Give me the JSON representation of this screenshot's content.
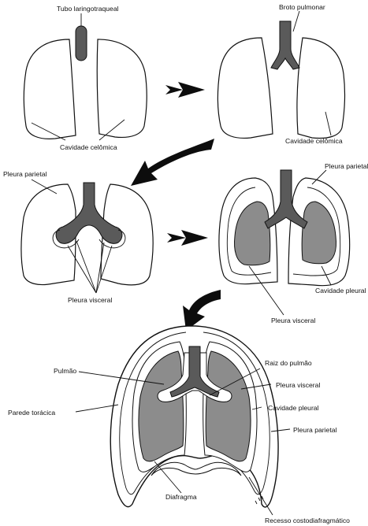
{
  "labels": {
    "tubo_laringotraqueal": "Tubo laringotraqueal",
    "broto_pulmonar": "Broto pulmonar",
    "cavidade_celomica_1": "Cavidade celômica",
    "cavidade_celomica_2": "Cavidade celômica",
    "pleura_parietal_1": "Pleura parietal",
    "pleura_parietal_2": "Pleura parietal",
    "pleura_visceral_1": "Pleura visceral",
    "pleura_visceral_2": "Pleura visceral",
    "cavidade_pleural_1": "Cavidade pleural",
    "pulmao": "Pulmão",
    "raiz_do_pulmao": "Raiz do pulmão",
    "pleura_visceral_3": "Pleura visceral",
    "cavidade_pleural_2": "Cavidade pleural",
    "parede_toracica": "Parede torácica",
    "pleura_parietal_3": "Pleura parietal",
    "diafragma": "Diafragma",
    "recesso": "Recesso costodiafragmático"
  }
}
